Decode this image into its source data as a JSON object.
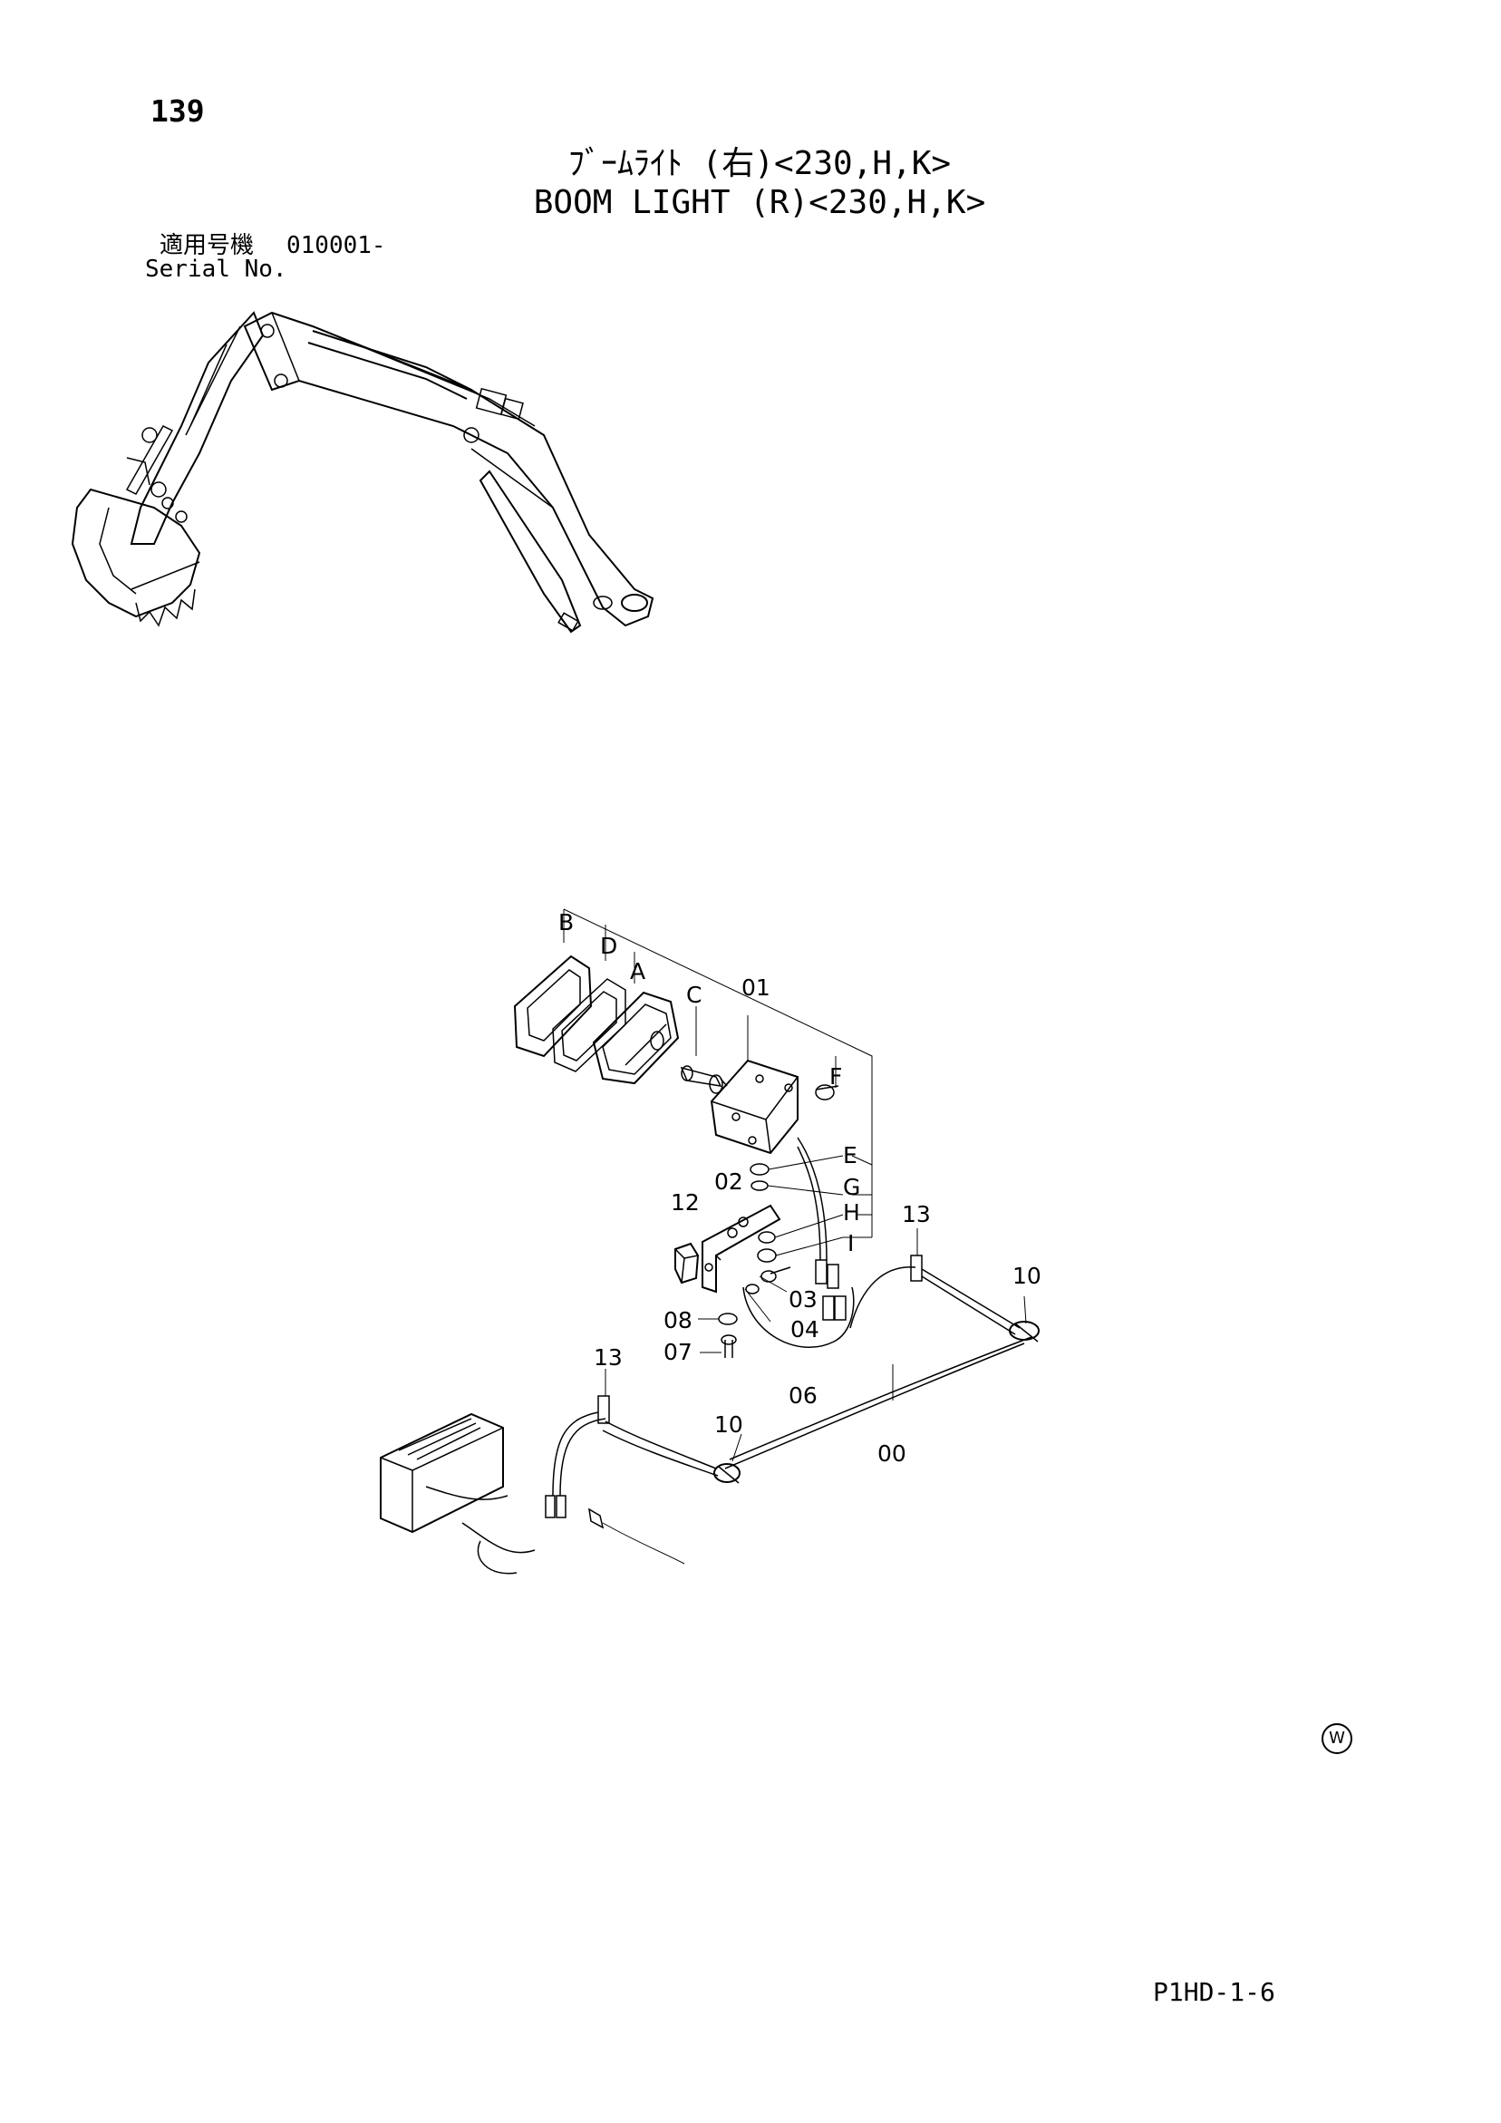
{
  "header": {
    "page_number": "139",
    "title_jp": "ﾌﾞｰﾑﾗｲﾄ (右)<230,H,K>",
    "title_en": "BOOM LIGHT (R)<230,H,K>",
    "serial_label_jp": "適用号機",
    "serial_value": "010001-",
    "serial_label_en": "Serial No."
  },
  "diagram": {
    "callouts": [
      "B",
      "D",
      "A",
      "C",
      "01",
      "F",
      "E",
      "G",
      "02",
      "H",
      "12",
      "I",
      "13",
      "10",
      "03",
      "08",
      "04",
      "07",
      "13",
      "06",
      "10",
      "00"
    ]
  },
  "footer": {
    "watermark_symbol": "W",
    "doc_code": "P1HD-1-6"
  }
}
